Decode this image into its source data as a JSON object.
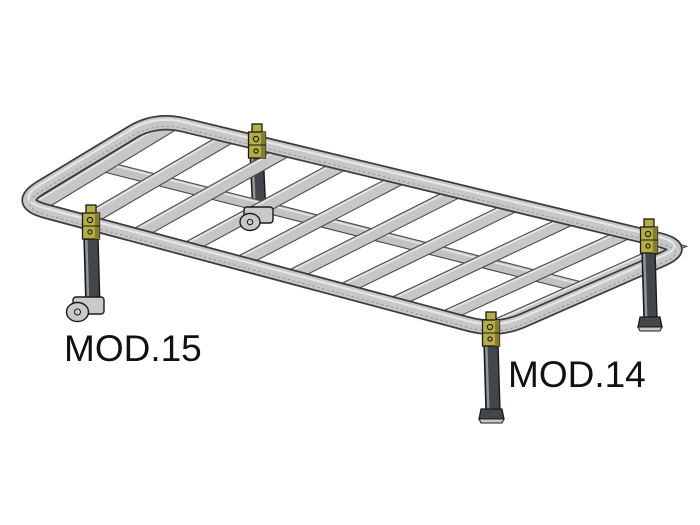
{
  "diagram": {
    "type": "technical-illustration",
    "subject": "slatted-bed-base-with-four-legs",
    "labels": {
      "mod15": "MOD.15",
      "mod14": "MOD.14"
    }
  },
  "colors": {
    "background": "#ffffff",
    "frame-fill": "#c7c7c7",
    "bar-fill": "#c2c2c2",
    "outline": "#3c3c3c",
    "outline-soft": "#4a4a4a",
    "outline-dark": "#1a1a1a",
    "highlight": "#e9e9e9",
    "seam": "#8d8d8d",
    "leg-dark": "#43464a",
    "leg-light": "#9aa0a5",
    "caster-fill": "#c9c9c9",
    "bracket-yellow": "#b6ae43",
    "bracket-shade": "#857e2c",
    "text": "#111111"
  }
}
